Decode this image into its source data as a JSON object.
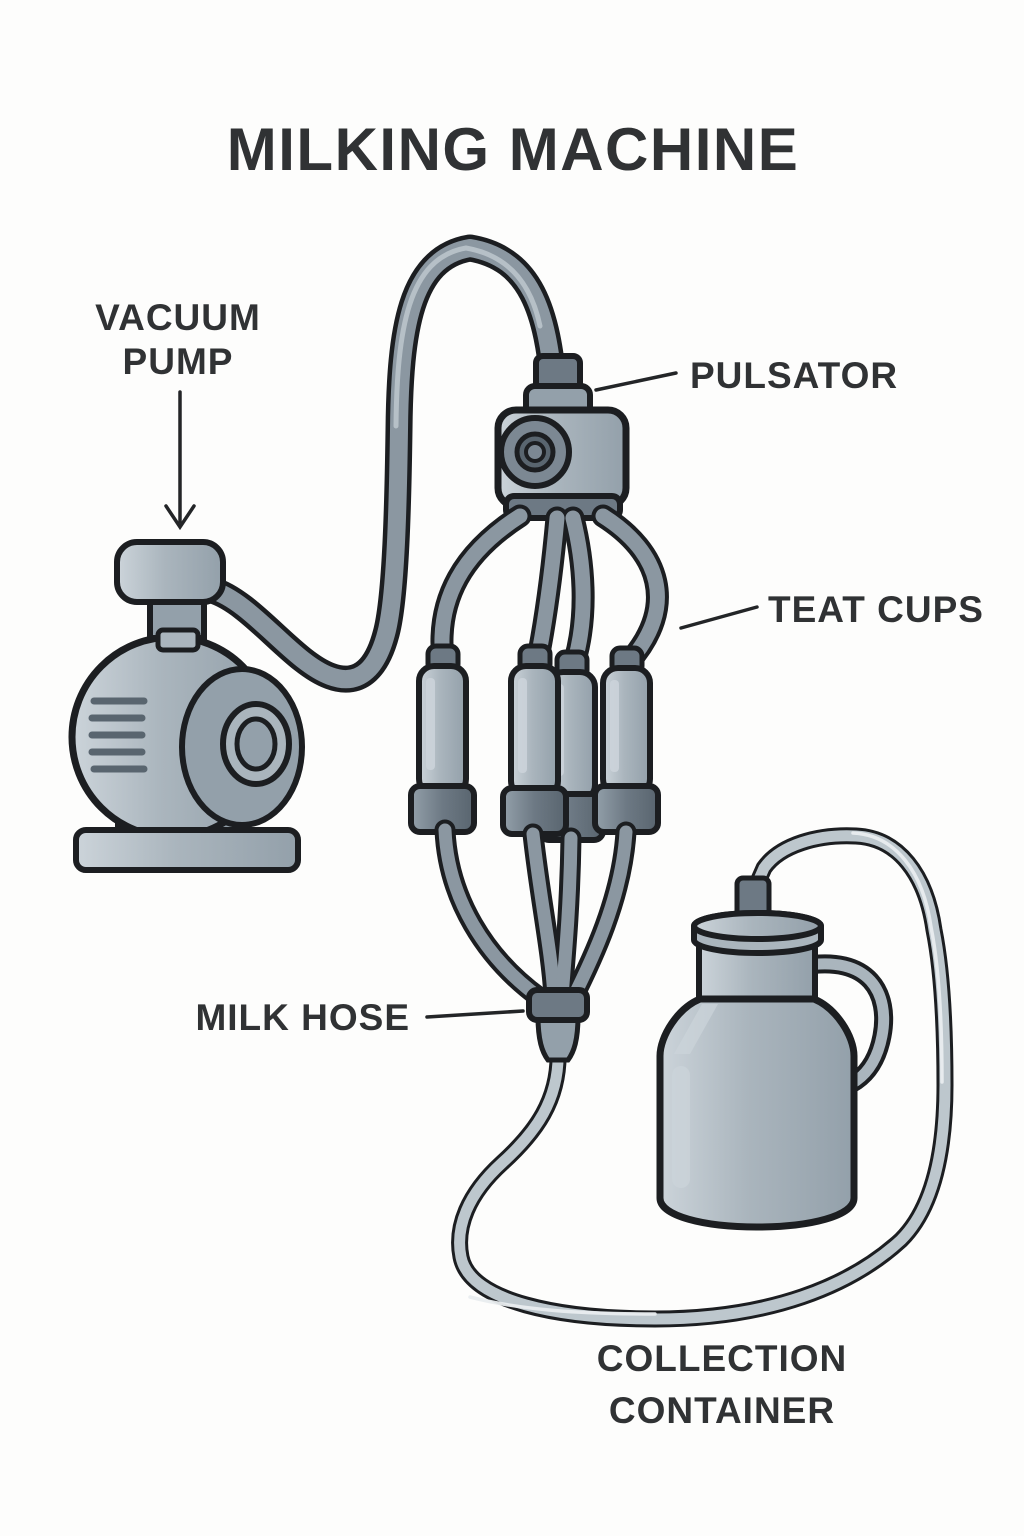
{
  "title": "MILKING MACHINE",
  "labels": {
    "vacuum_pump": {
      "line1": "VACUUM",
      "line2": "PUMP"
    },
    "pulsator": "PULSATOR",
    "teat_cups": "TEAT CUPS",
    "milk_hose": "MILK HOSE",
    "collection_container": {
      "line1": "COLLECTION",
      "line2": "CONTAINER"
    }
  },
  "colors": {
    "background": "#fdfdfc",
    "ink": "#1c1e21",
    "text": "#303234",
    "leader": "#232527",
    "hose": "#8b97a1",
    "hose_highlight": "#bac4cb",
    "milk_hose": "#bdc7cd",
    "milk_hose_highlight": "#e9edef",
    "metal_light": "#ccd4da",
    "metal": "#aab5bd",
    "metal_mid": "#93a0aa",
    "metal_dark": "#6d7984",
    "metal_darker": "#59656f",
    "dial": "#7c8893"
  }
}
